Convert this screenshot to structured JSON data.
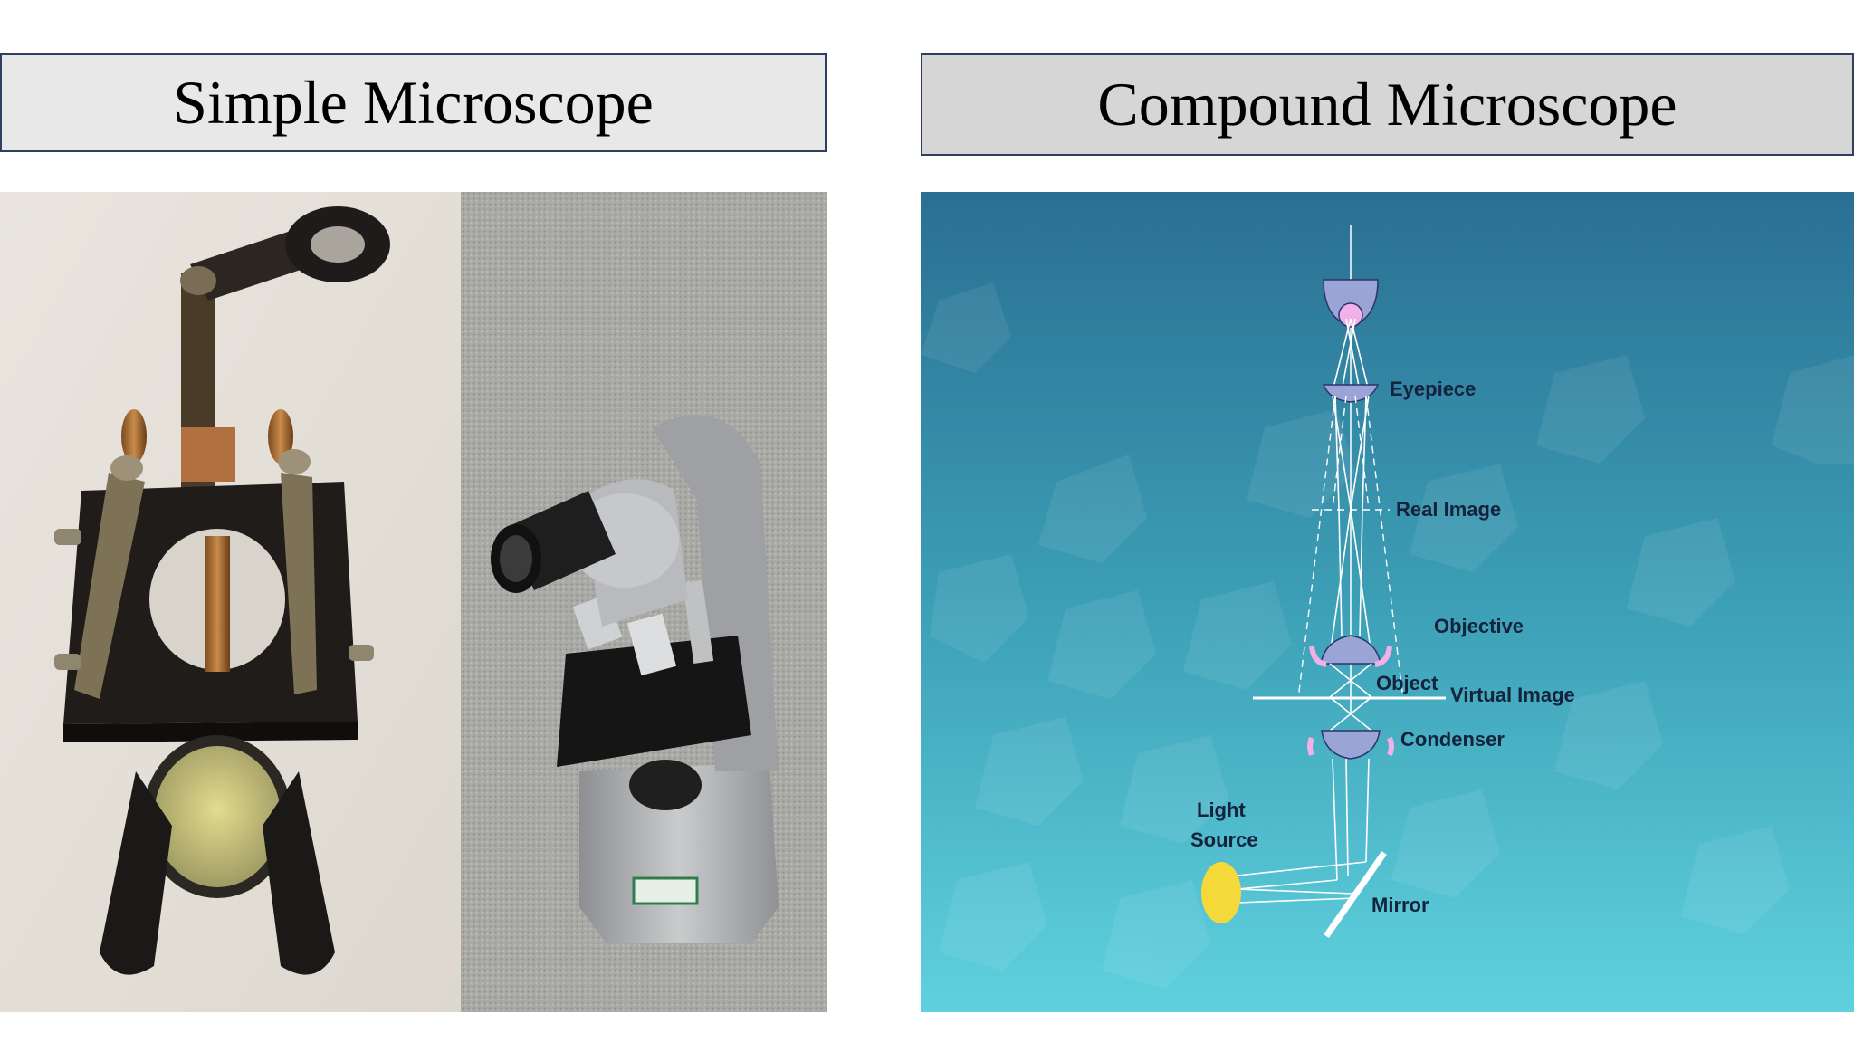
{
  "titles": {
    "left": "Simple Microscope",
    "right": "Compound Microscope"
  },
  "diagram": {
    "labels": {
      "eyepiece": "Eyepiece",
      "real_image": "Real Image",
      "objective": "Objective",
      "object": "Object",
      "virtual_image": "Virtual Image",
      "condenser": "Condenser",
      "light_line1": "Light",
      "light_line2": "Source",
      "mirror": "Mirror"
    }
  },
  "colors": {
    "background_top": "#2a6f92",
    "background_bottom": "#5fd1de",
    "lens_fill": "#9aa4d6",
    "light_source": "#f5d93a",
    "highlight_pink": "#f1b0e8",
    "label_text": "#14223c"
  }
}
